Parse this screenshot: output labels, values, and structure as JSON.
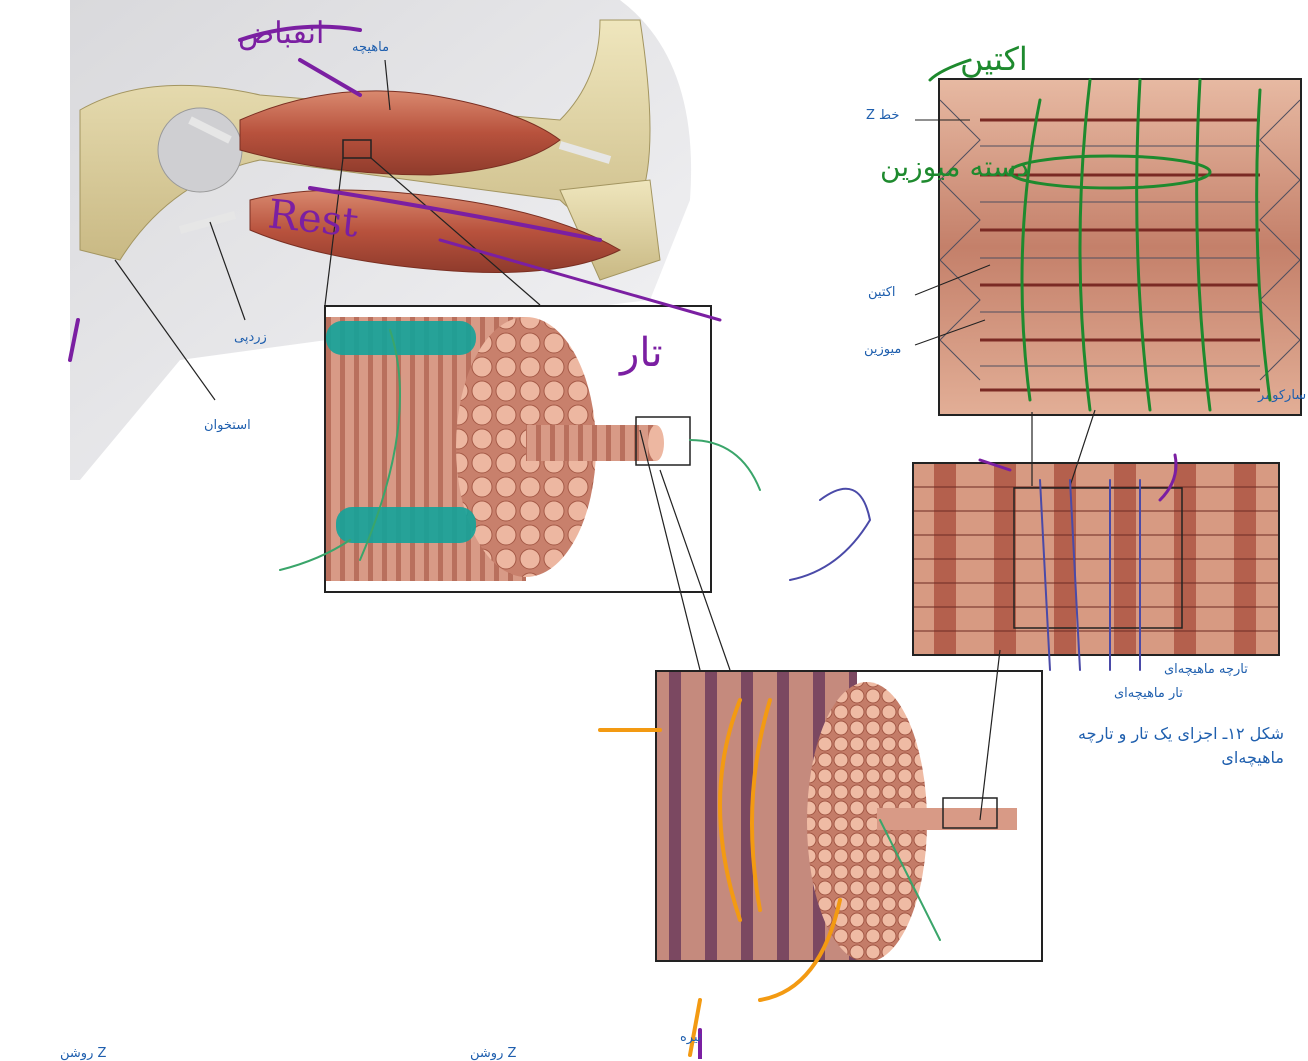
{
  "labels": {
    "muscle": "ماهیچه",
    "tendon": "زردپی",
    "bone": "استخوان",
    "z_line": "خط Z",
    "actin": "اکتین",
    "myosin": "میوزین",
    "sarcomere": "سارکومر",
    "myofibril": "تارچه ماهیچه‌ای",
    "muscle_fiber": "تار ماهیچه‌ای",
    "bottom_left": "Z روشن",
    "bottom_mid": "Z روشن",
    "bottom_top": "تیره"
  },
  "caption": {
    "line1": "شکل ۱۲ـ اجزای یک تار و تارچه",
    "line2": "ماهیچه‌ای"
  },
  "annotations": {
    "rest": "Rest",
    "contract": "انقباض",
    "actin_note": "اکتین",
    "myosin_note": "دسته میوزین",
    "taar": "تار"
  },
  "colors": {
    "label_blue": "#1f5fae",
    "ink_purple": "#7b1fa2",
    "ink_green": "#1e8a2e",
    "ink_teal_green": "#3aa56a",
    "ink_blue": "#4a4aa8",
    "ink_orange": "#f39a12",
    "highlight_teal": "#13a39a"
  }
}
